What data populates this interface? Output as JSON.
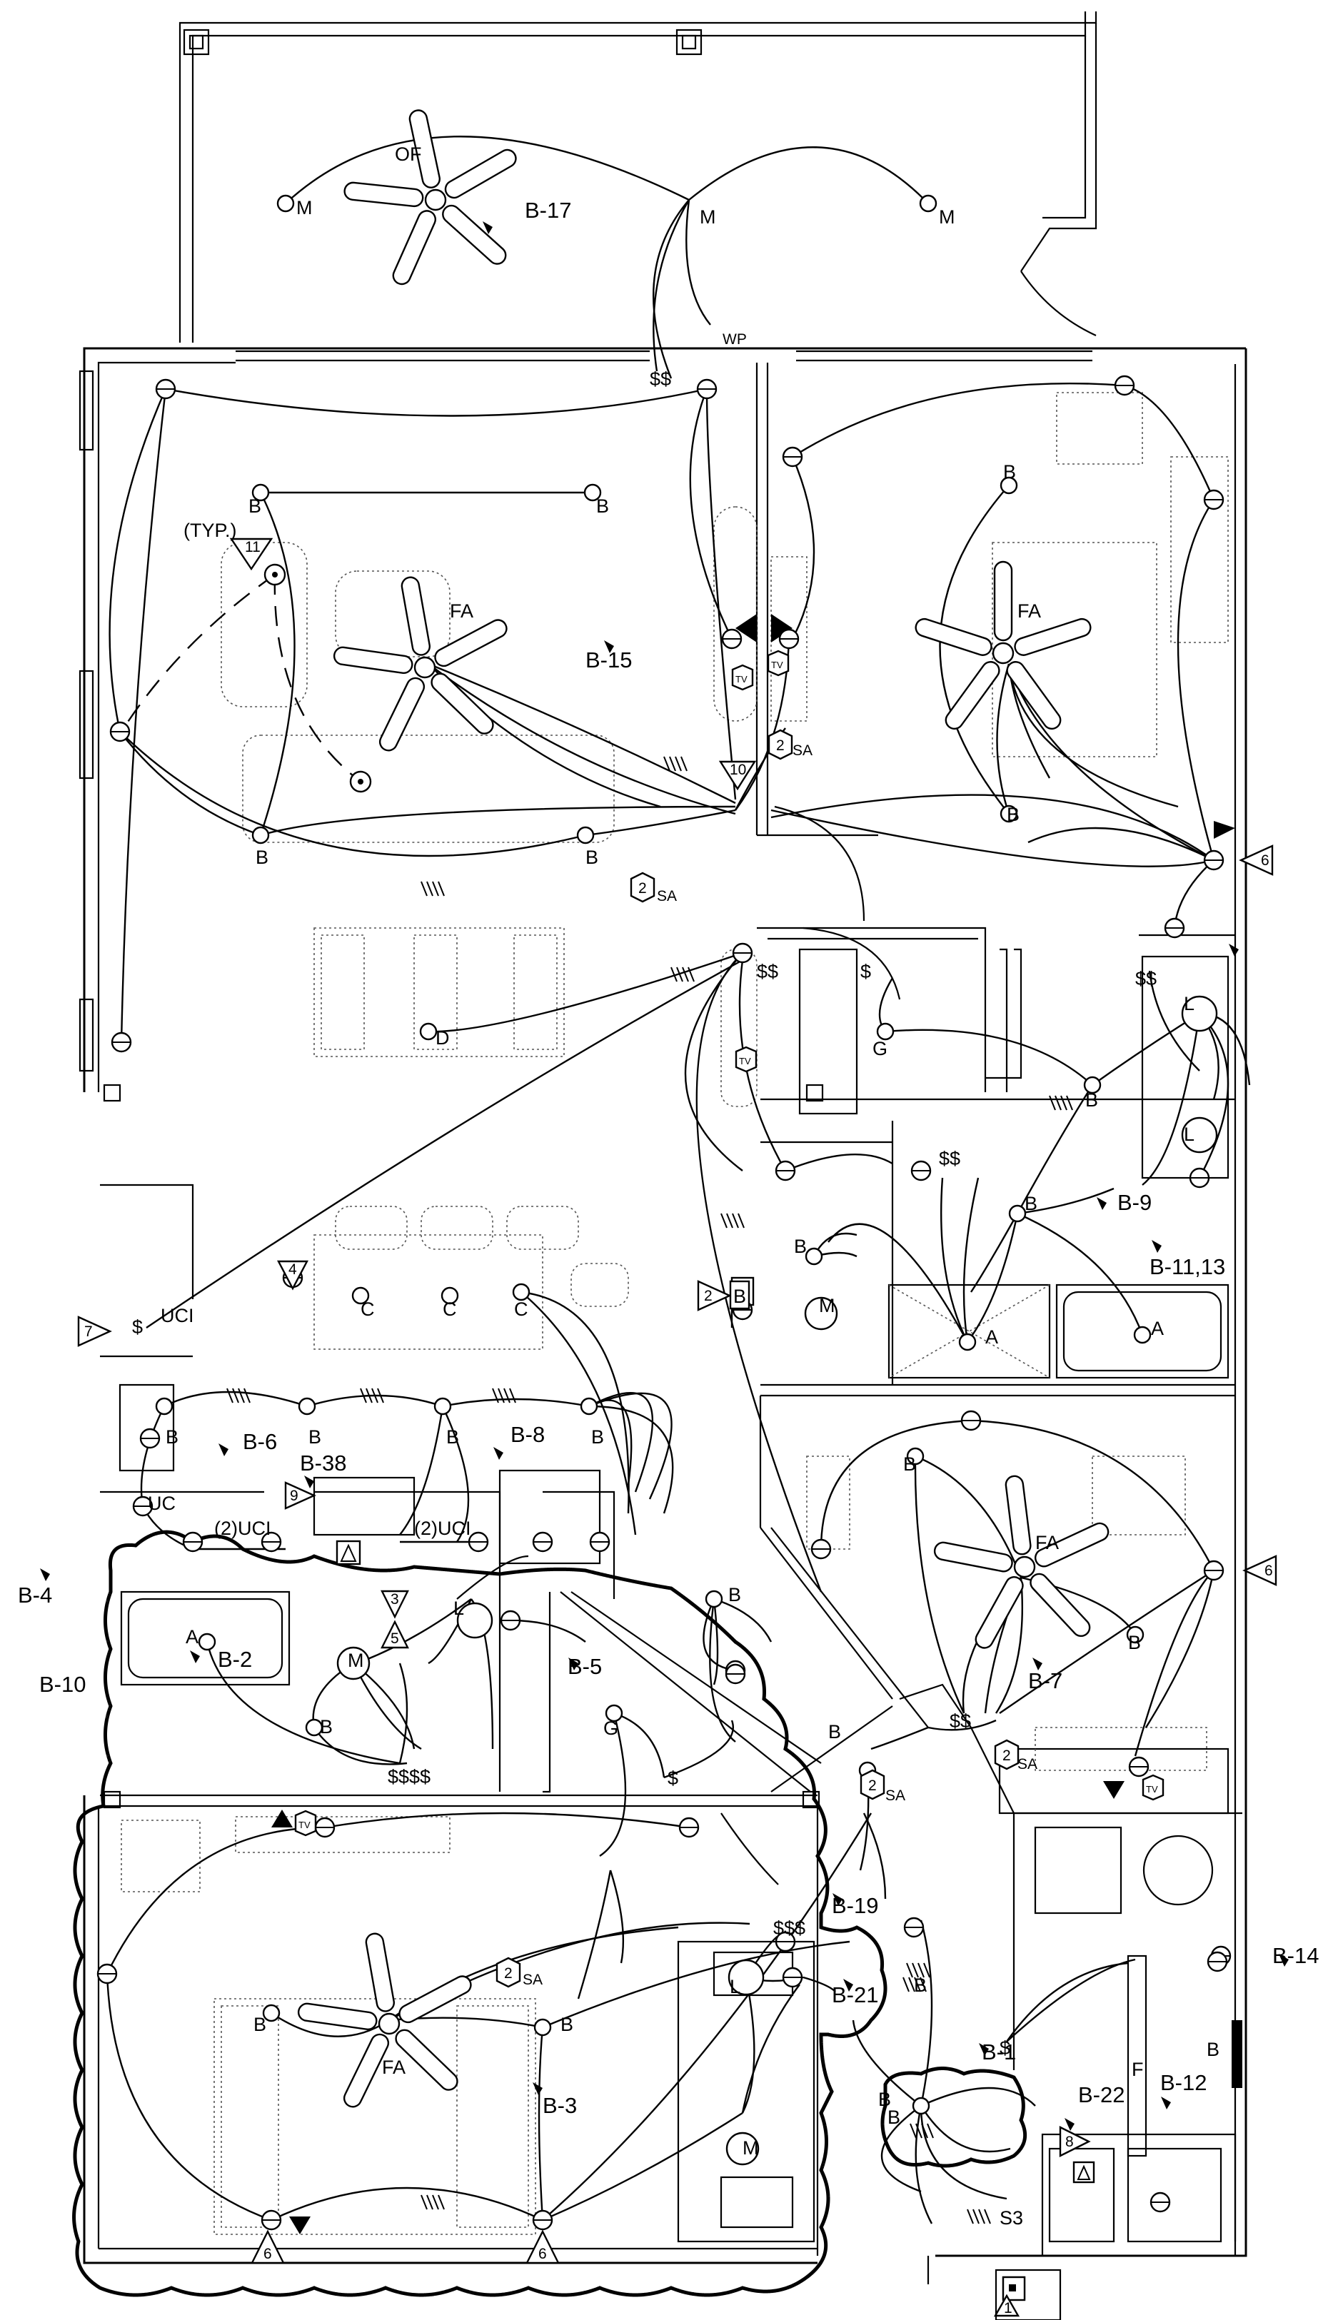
{
  "plan": {
    "fans": {
      "of": "OF",
      "fa": "FA"
    },
    "lights": {
      "m": "M",
      "b": "B",
      "d": "D",
      "c": "C",
      "g": "G",
      "l": "L",
      "a": "A",
      "wp": "WP",
      "tv": "TV",
      "f": "F"
    },
    "switches": {
      "ss": "$$",
      "sss": "$$$",
      "ssss": "$$$$",
      "s": "$",
      "s3": "S3"
    },
    "cabinets": {
      "uc": "UC",
      "uci": "UCI",
      "two_uci": "(2)UCI"
    },
    "typ": "(TYP.)",
    "sa": "SA",
    "panel": "B",
    "tags": {
      "t1": "1",
      "t2": "2",
      "t3": "3",
      "t4": "4",
      "t5": "5",
      "t6": "6",
      "t7": "7",
      "t8": "8",
      "t9": "9",
      "t10": "10",
      "t11": "11"
    },
    "circuits": {
      "b1": "B-1",
      "b2": "B-2",
      "b3": "B-3",
      "b4": "B-4",
      "b5": "B-5",
      "b6": "B-6",
      "b7": "B-7",
      "b8": "B-8",
      "b9": "B-9",
      "b10": "B-10",
      "b11_13": "B-11,13",
      "b12": "B-12",
      "b14": "B-14",
      "b15": "B-15",
      "b17": "B-17",
      "b19": "B-19",
      "b21": "B-21",
      "b22": "B-22",
      "b38": "B-38"
    }
  }
}
